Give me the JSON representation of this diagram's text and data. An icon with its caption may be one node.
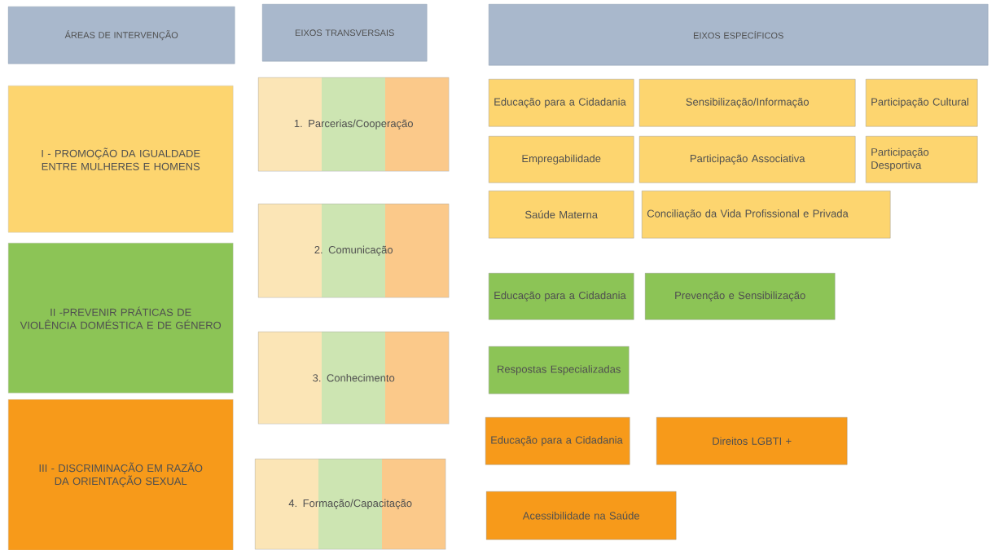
{
  "diagram": {
    "nodes": [
      {
        "text": [
          "ÁREAS DE INTERVENÇÃO"
        ]
      },
      {
        "text": [
          "EIXOS TRANSVERSAIS"
        ]
      },
      {
        "text": [
          "EIXOS ESPECÍFICOS"
        ]
      },
      {
        "text": [
          "I - PROMOÇÃO DA IGUALDADE ENTRE MULHERES E HOMENS"
        ]
      },
      {
        "text": [
          "II -PREVENIR PRÁTICAS DE VIOLÊNCIA DOMÉSTICA E DE GÉNERO"
        ]
      },
      {
        "text": [
          "III - DISCRIMINAÇÃO EM RAZÃO DA ORIENTAÇÃO SEXUAL"
        ]
      },
      {
        "text": [
          "1. Parcerias/Cooperação"
        ]
      },
      {
        "text": [
          "2. Comunicação"
        ]
      },
      {
        "text": [
          "3. Conhecimento"
        ]
      },
      {
        "text": [
          "4. Formação/Capacitação"
        ]
      },
      {
        "text": [
          "Educação para a Cidadania"
        ]
      },
      {
        "text": [
          "Sensibilização/Informação"
        ]
      },
      {
        "text": [
          "Participação Cultural"
        ]
      },
      {
        "text": [
          "Empregabilidade"
        ]
      },
      {
        "text": [
          "Participação Associativa"
        ]
      },
      {
        "text": [
          "Participação Desportiva"
        ]
      },
      {
        "text": [
          "Saúde Materna"
        ]
      },
      {
        "text": [
          "Conciliação da Vida Profissional e Privada"
        ]
      },
      {
        "text": [
          "Educação para a Cidadania"
        ]
      },
      {
        "text": [
          "Prevenção e Sensibilização"
        ]
      },
      {
        "text": [
          "Respostas Especializadas"
        ]
      },
      {
        "text": [
          "Educação para a Cidadania"
        ]
      },
      {
        "text": [
          "Direitos LGBTI +"
        ]
      },
      {
        "text": [
          "Acessibilidade na Saúde"
        ]
      }
    ]
  }
}
